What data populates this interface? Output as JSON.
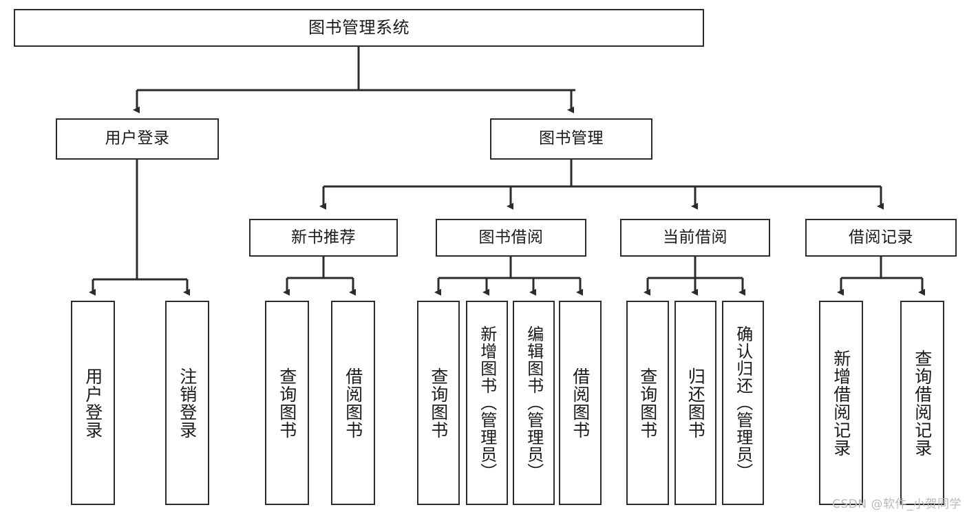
{
  "diagram": {
    "type": "tree",
    "title": "图书管理系统",
    "orientation": "top-down",
    "edge_style": "orthogonal-arrow",
    "colors": {
      "box_border": "#2b2b2b",
      "box_fill": "#ffffff",
      "edge": "#2b2b2b",
      "text": "#1a1a1a",
      "watermark": "#b9b9b9",
      "canvas": "#ffffff"
    },
    "root": {
      "label": "图书管理系统"
    },
    "level2": [
      {
        "label": "用户登录"
      },
      {
        "label": "图书管理"
      }
    ],
    "level3": [
      {
        "label": "新书推荐"
      },
      {
        "label": "图书借阅"
      },
      {
        "label": "当前借阅"
      },
      {
        "label": "借阅记录"
      }
    ],
    "leaves": {
      "user_login": [
        {
          "label": "用户登录"
        },
        {
          "label": "注销登录"
        }
      ],
      "new_book_recommend": [
        {
          "label": "查询图书"
        },
        {
          "label": "借阅图书"
        }
      ],
      "book_borrow": [
        {
          "label": "查询图书"
        },
        {
          "label": "新增图书（管理员）"
        },
        {
          "label": "编辑图书（管理员）"
        },
        {
          "label": "借阅图书"
        }
      ],
      "current_borrow": [
        {
          "label": "查询图书"
        },
        {
          "label": "归还图书"
        },
        {
          "label": "确认归还（管理员）"
        }
      ],
      "borrow_record": [
        {
          "label": "新增借阅记录"
        },
        {
          "label": "查询借阅记录"
        }
      ]
    }
  },
  "watermark": {
    "text": "CSDN @软件_小贺同学"
  }
}
